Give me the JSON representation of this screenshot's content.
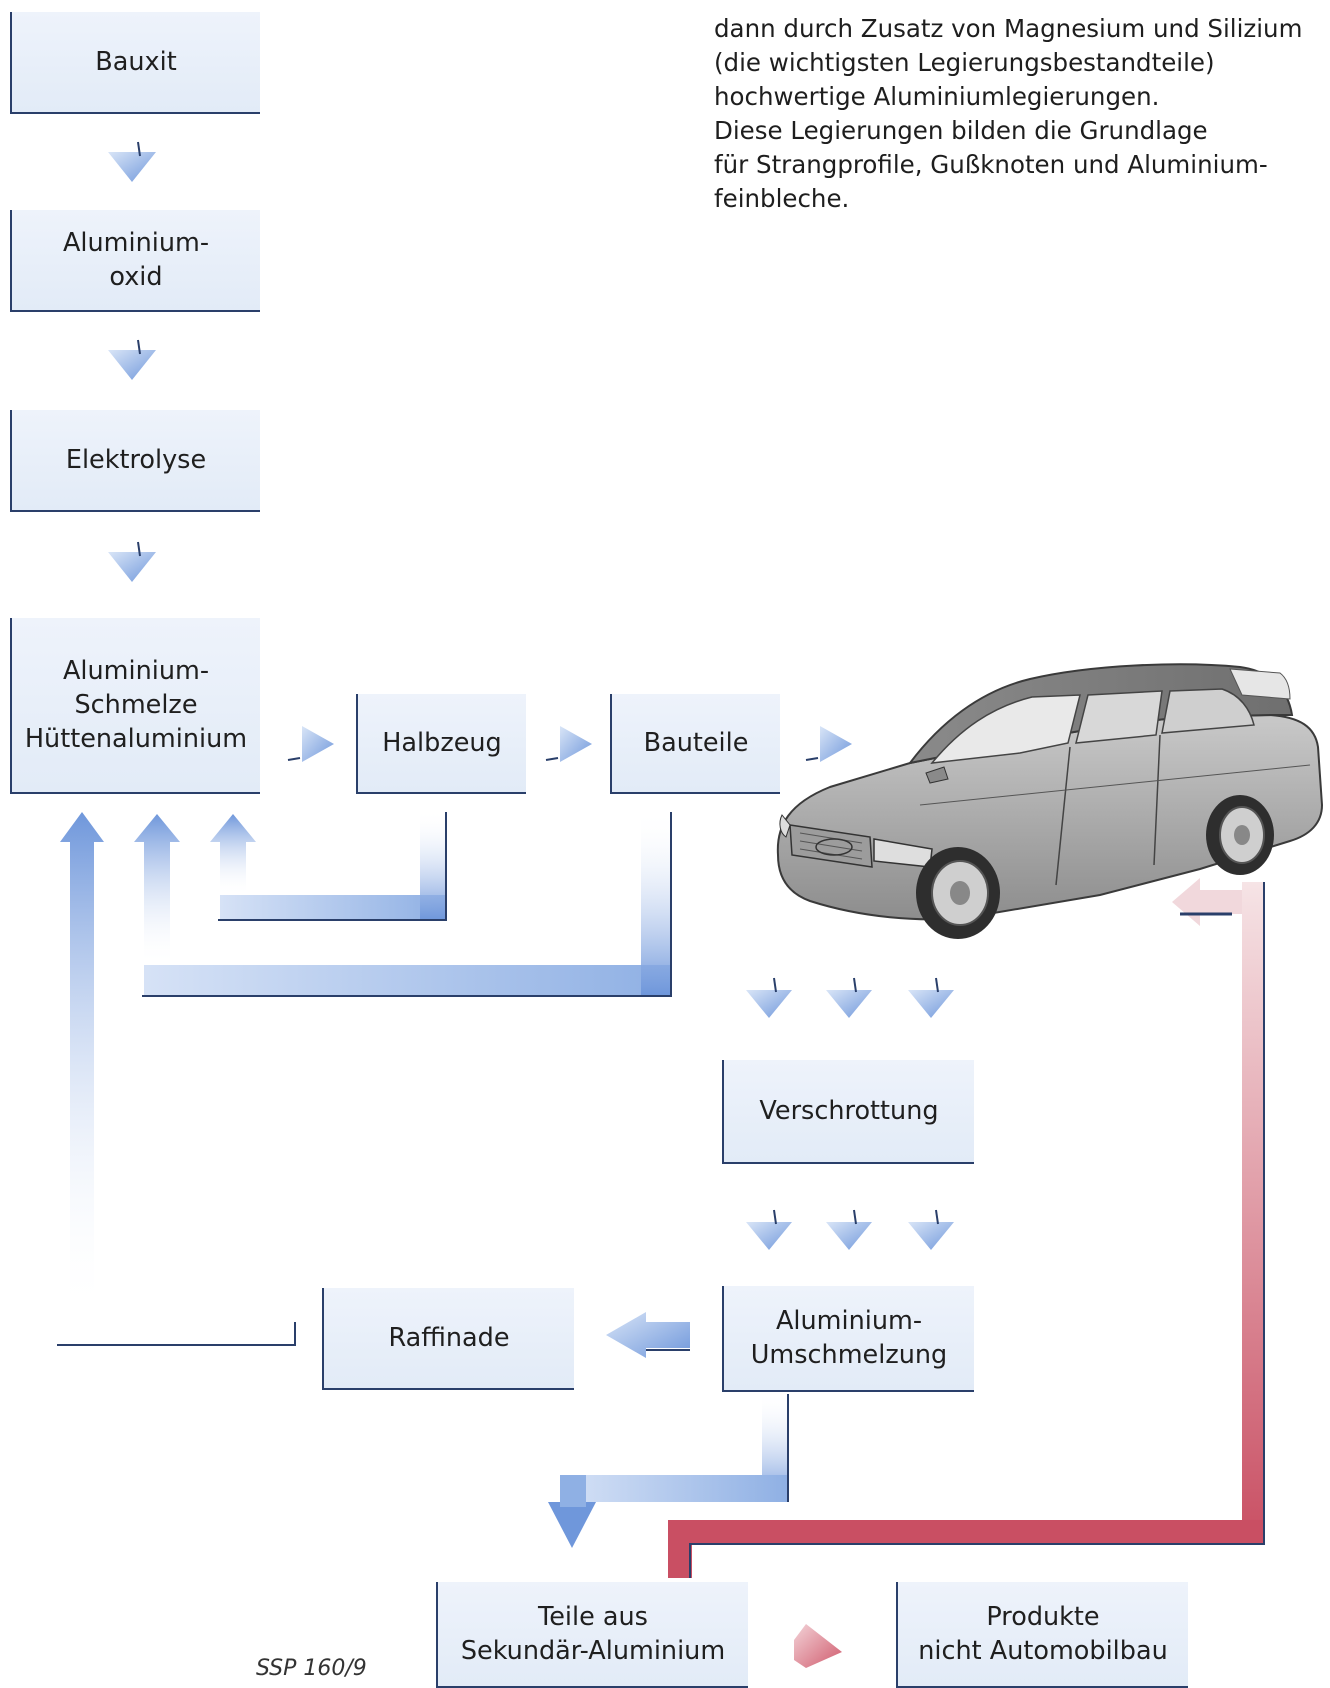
{
  "intro_text": "dann durch Zusatz von Magnesium und Silizium\n(die wichtigsten Legierungsbestandteile)\nhochwertige Aluminiumlegierungen.\nDiese Legierungen bilden die Grundlage\nfür Strangprofile, Gußknoten und Aluminium-\nfeinbleche.",
  "nodes": {
    "bauxit": "Bauxit",
    "aluminiumoxid": "Aluminium-\noxid",
    "elektrolyse": "Elektrolyse",
    "aluminium_schmelze": "Aluminium-\nSchmelze\nHüttenaluminium",
    "halbzeug": "Halbzeug",
    "bauteile": "Bauteile",
    "verschrottung": "Verschrottung",
    "umschmelzung": "Aluminium-\nUmschmelzung",
    "raffinade": "Raffinade",
    "teile_sekundaer": "Teile aus\nSekundär-Aluminium",
    "produkte": "Produkte\nnicht Automobilbau"
  },
  "caption": "SSP 160/9",
  "colors": {
    "box_fill": "#e6eef8",
    "box_border": "#2a3f6a",
    "flow_blue": "#6f97db",
    "flow_red": "#c94f63",
    "car_body": "#a3a3a3"
  }
}
